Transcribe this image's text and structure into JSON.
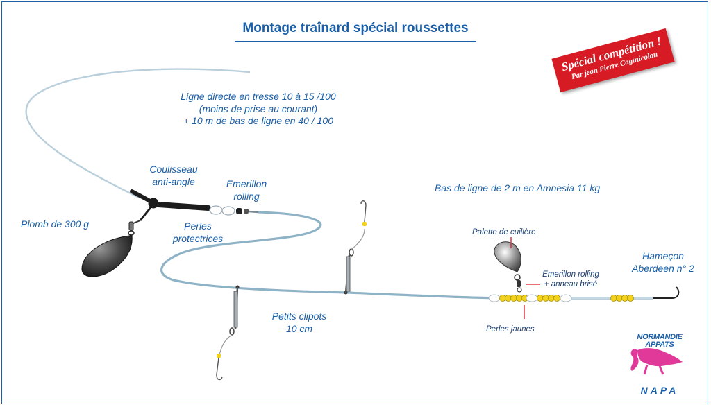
{
  "title": "Montage traînard spécial roussettes",
  "stamp": {
    "line1": "Spécial compétition !",
    "line2": "Par jean Pierre Caginicolau"
  },
  "labels": {
    "ligne_directe": [
      "Ligne directe en tresse 10 à 15 /100",
      "(moins de prise au courant)",
      "+ 10 m de bas de ligne en 40 / 100"
    ],
    "coulisseau": [
      "Coulisseau",
      "anti-angle"
    ],
    "emerillon": [
      "Emerillon",
      "rolling"
    ],
    "plomb": "Plomb de 300 g",
    "perles_protectrices": [
      "Perles",
      "protectrices"
    ],
    "bas_de_ligne": "Bas de ligne de 2 m en Amnesia 11 kg",
    "palette": "Palette de cuillère",
    "hamecon": [
      "Hameçon",
      "Aberdeen n° 2"
    ],
    "emerillon_rolling": [
      "Emerillon rolling",
      "+ anneau brisé"
    ],
    "petits_clipots": [
      "Petits clipots",
      "10 cm"
    ],
    "perles_jaunes": "Perles jaunes"
  },
  "logo": {
    "line1": "NORMANDIE",
    "line2": "APPATS",
    "line3": "NAPA"
  },
  "colors": {
    "title": "#1a5fa8",
    "stamp": "#d61b25",
    "main_line": "#8fb3c6",
    "beads": "#f2d21c",
    "logo_fish": "#e0399a"
  }
}
